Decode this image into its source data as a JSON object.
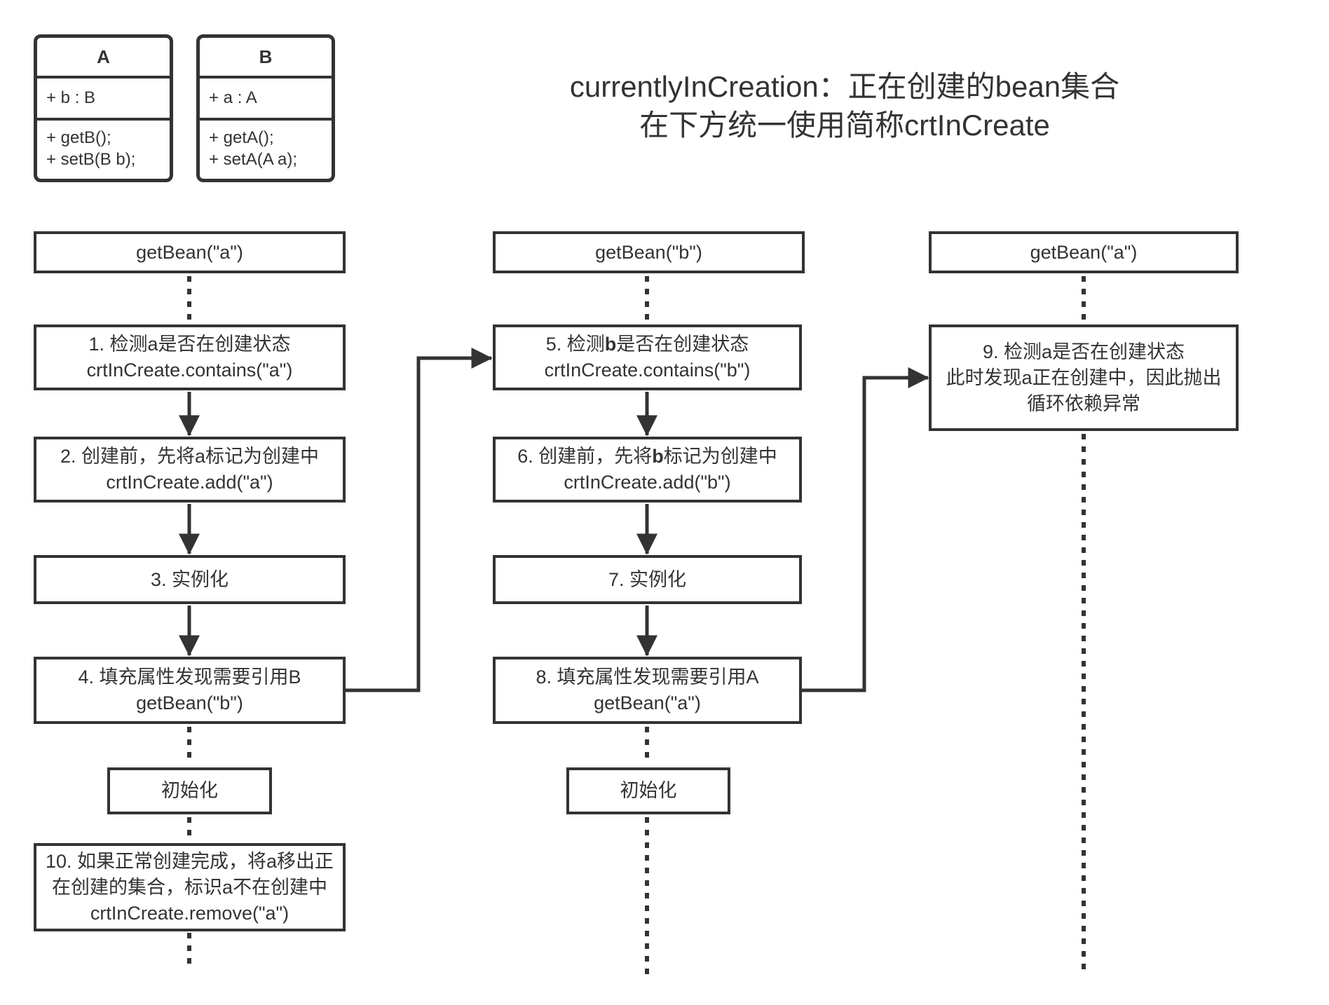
{
  "page": {
    "background": "#ffffff",
    "ink": "#333333"
  },
  "title": {
    "line1": "currentlyInCreation：正在创建的bean集合",
    "line2": "在下方统一使用简称crtInCreate"
  },
  "class_diagram": {
    "classes": [
      {
        "name": "A",
        "attributes": [
          "+ b : B"
        ],
        "methods": [
          "+ getB();",
          "+ setB(B b);"
        ]
      },
      {
        "name": "B",
        "attributes": [
          "+ a : A"
        ],
        "methods": [
          "+ getA();",
          "+ setA(A a);"
        ]
      }
    ]
  },
  "flow": {
    "lane_a": {
      "entry": "getBean(\"a\")",
      "steps": [
        {
          "lines": [
            "1. 检测a是否在创建状态",
            "crtInCreate.contains(\"a\")"
          ]
        },
        {
          "lines": [
            "2. 创建前，先将a标记为创建中",
            "crtInCreate.add(\"a\")"
          ]
        },
        {
          "lines": [
            "3. 实例化"
          ]
        },
        {
          "lines": [
            "4. 填充属性发现需要引用B",
            "getBean(\"b\")"
          ]
        }
      ],
      "init": "初始化",
      "final": {
        "lines": [
          "10. 如果正常创建完成，将a移出正",
          "在创建的集合，标识a不在创建中",
          "crtInCreate.remove(\"a\")"
        ]
      }
    },
    "lane_b": {
      "entry": "getBean(\"b\")",
      "steps": [
        {
          "lines": [
            [
              {
                "text": "5. 检测"
              },
              {
                "text": "b",
                "bold": true
              },
              {
                "text": "是否在创建状态"
              }
            ],
            "crtInCreate.contains(\"b\")"
          ]
        },
        {
          "lines": [
            [
              {
                "text": "6. 创建前，先将"
              },
              {
                "text": "b",
                "bold": true
              },
              {
                "text": "标记为创建中"
              }
            ],
            "crtInCreate.add(\"b\")"
          ]
        },
        {
          "lines": [
            "7. 实例化"
          ]
        },
        {
          "lines": [
            "8. 填充属性发现需要引用A",
            "getBean(\"a\")"
          ]
        }
      ],
      "init": "初始化"
    },
    "lane_a2": {
      "entry": "getBean(\"a\")",
      "exception": {
        "lines": [
          "9. 检测a是否在创建状态",
          "此时发现a正在创建中，因此抛出",
          "循环依赖异常"
        ]
      }
    }
  }
}
